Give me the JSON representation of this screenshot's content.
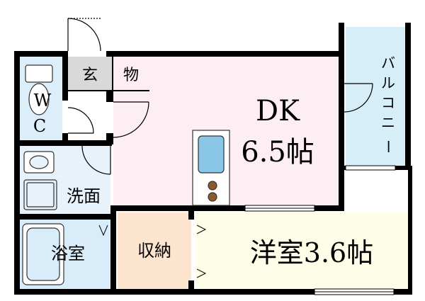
{
  "rooms": {
    "genkan": "玄",
    "mono": "物",
    "wc_w": "W",
    "wc_c": "C",
    "dk_name": "DK",
    "dk_size": "6.5帖",
    "senmen": "洗面",
    "yokushitsu": "浴室",
    "shuno": "収納",
    "yoshitsu": "洋室3.6帖",
    "balcony_chars": [
      "バ",
      "ル",
      "コ",
      "ニ",
      "ー"
    ]
  },
  "colors": {
    "wall": "#000000",
    "dk_floor": "#fdeef4",
    "wc_floor": "#dceefa",
    "wet_floor": "#e8f2fb",
    "bath_floor": "#d9ecfa",
    "storage_floor": "#fde4cf",
    "western_floor": "#fdfde8",
    "balcony_floor": "#d6eef7",
    "genkan_floor": "#d9d9d9",
    "mono_floor": "#fde6cc"
  }
}
